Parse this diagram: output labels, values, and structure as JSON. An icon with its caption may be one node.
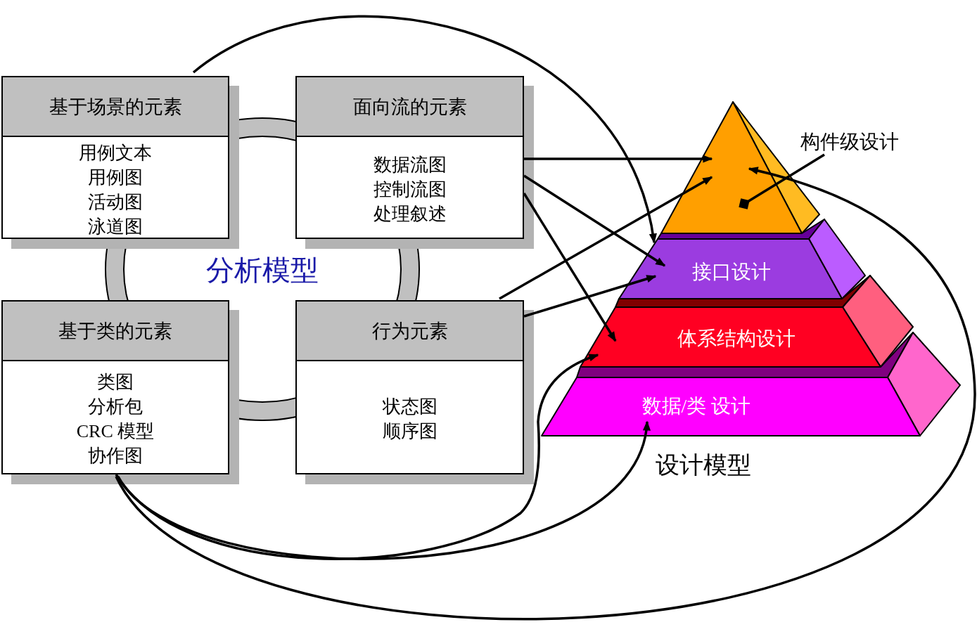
{
  "diagram": {
    "nodes": [
      {
        "text": [
          "基于场景的元素",
          "用例文本",
          "用例图",
          "活动图",
          "泳道图"
        ]
      },
      {
        "text": [
          "面向流的元素",
          "数据流图",
          "控制流图",
          "处理叙述"
        ]
      },
      {
        "text": [
          "基于类的元素",
          "类图",
          "分析包",
          "CRC 模型",
          "协作图"
        ]
      },
      {
        "text": [
          "行为元素",
          "状态图",
          "顺序图"
        ]
      },
      {
        "text": [],
        "shape": "triangle"
      },
      {
        "text": [
          "接口设计"
        ]
      },
      {
        "text": [
          "体系结构设计"
        ]
      },
      {
        "text": [
          "数据/类 设计"
        ]
      },
      {
        "text": [
          "构件级设计"
        ]
      }
    ],
    "edges": [
      {
        "from": 0,
        "to": 5,
        "arrow": "to"
      },
      {
        "from": 1,
        "to": 4,
        "arrow": "to"
      },
      {
        "from": 1,
        "to": 5,
        "arrow": "to"
      },
      {
        "from": 1,
        "to": 6,
        "arrow": "to"
      },
      {
        "from": 3,
        "to": 4,
        "arrow": "to"
      },
      {
        "from": 3,
        "to": 5,
        "arrow": "to"
      },
      {
        "from": 2,
        "to": 6,
        "arrow": "to"
      },
      {
        "from": 2,
        "to": 7,
        "arrow": "to"
      },
      {
        "from": 2,
        "to": 4,
        "arrow": "to"
      },
      {
        "from": 8,
        "to": 4,
        "arrow": "other"
      }
    ],
    "labels": [
      "分析模型",
      "设计模型"
    ]
  }
}
